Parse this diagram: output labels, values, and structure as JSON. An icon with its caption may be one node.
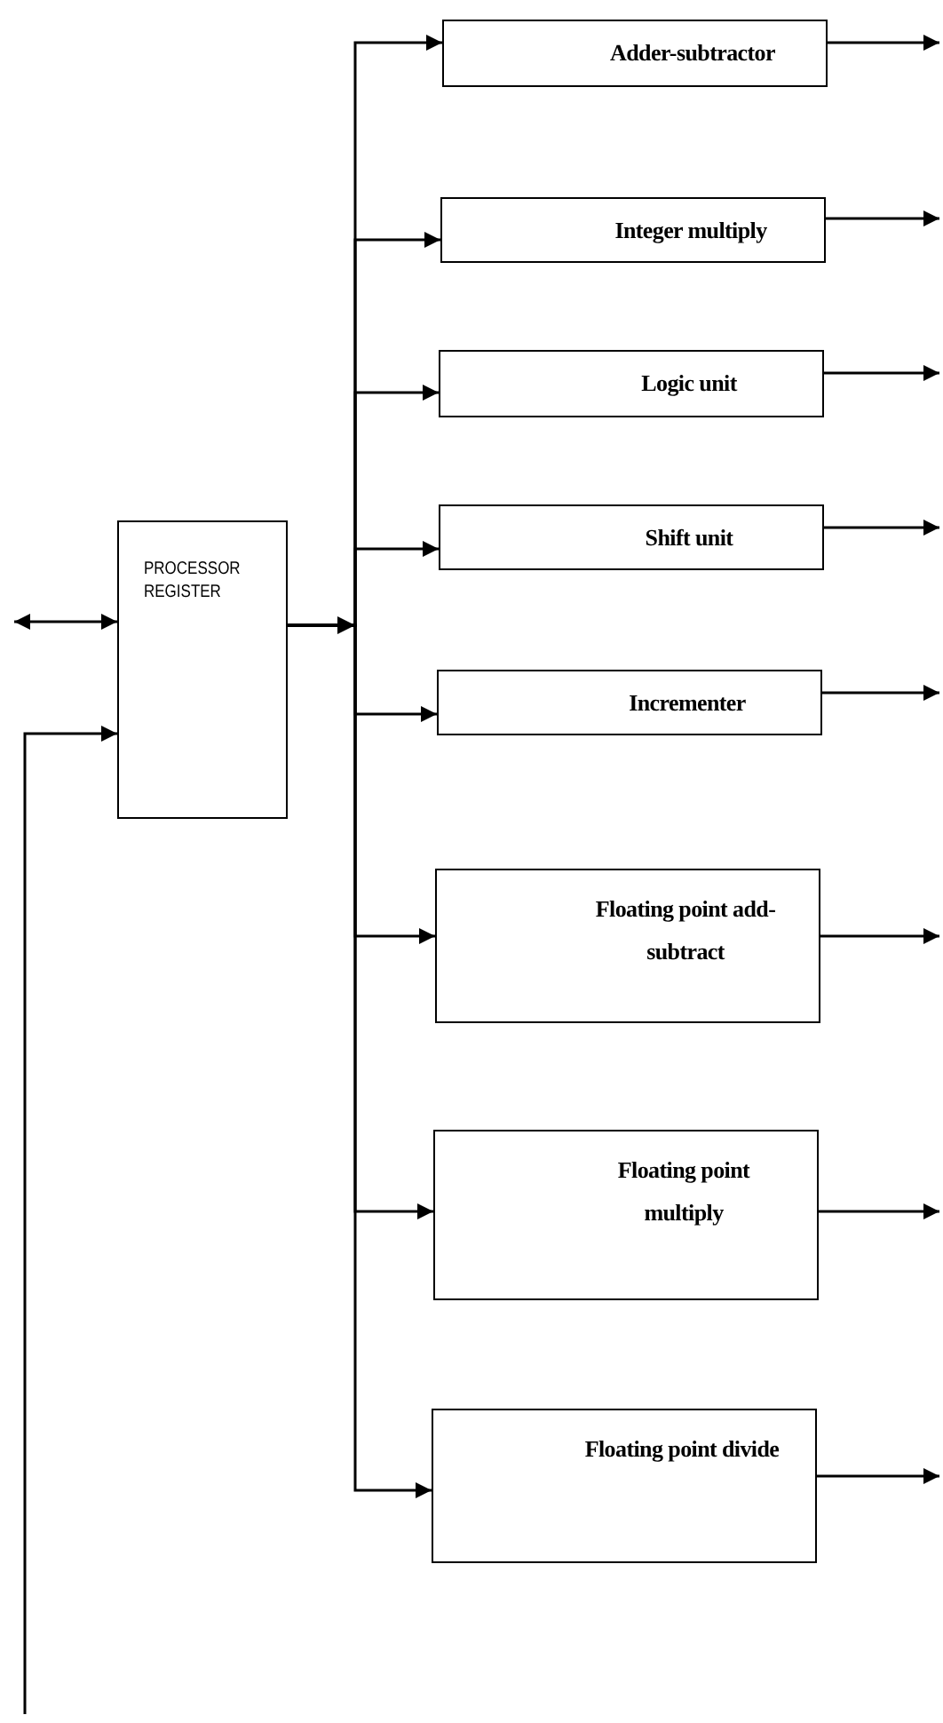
{
  "diagram": {
    "nodes": [
      {
        "text": [
          "PROCESSOR REGISTER"
        ]
      },
      {
        "text": [
          "Adder-subtractor"
        ]
      },
      {
        "text": [
          "Integer multiply"
        ]
      },
      {
        "text": [
          "Logic unit"
        ]
      },
      {
        "text": [
          "Shift unit"
        ]
      },
      {
        "text": [
          "Incrementer"
        ]
      },
      {
        "text": [
          "Floating point add-subtract"
        ]
      },
      {
        "text": [
          "Floating point multiply"
        ]
      },
      {
        "text": [
          "Floating point divide"
        ]
      }
    ],
    "edges": [
      {
        "from": 0,
        "to": 1,
        "arrow": "to"
      },
      {
        "from": 0,
        "to": 2,
        "arrow": "to"
      },
      {
        "from": 0,
        "to": 3,
        "arrow": "to"
      },
      {
        "from": 0,
        "to": 4,
        "arrow": "to"
      },
      {
        "from": 0,
        "to": 5,
        "arrow": "to"
      },
      {
        "from": 0,
        "to": 6,
        "arrow": "to"
      },
      {
        "from": 0,
        "to": 7,
        "arrow": "to"
      },
      {
        "from": 0,
        "to": 8,
        "arrow": "to"
      },
      {
        "from": null,
        "to": 0,
        "arrow": "both"
      },
      {
        "from": null,
        "to": 0,
        "arrow": "to"
      },
      {
        "from": 1,
        "to": null,
        "arrow": "to"
      },
      {
        "from": 2,
        "to": null,
        "arrow": "to"
      },
      {
        "from": 3,
        "to": null,
        "arrow": "to"
      },
      {
        "from": 4,
        "to": null,
        "arrow": "to"
      },
      {
        "from": 5,
        "to": null,
        "arrow": "to"
      },
      {
        "from": 6,
        "to": null,
        "arrow": "to"
      },
      {
        "from": 7,
        "to": null,
        "arrow": "to"
      },
      {
        "from": 8,
        "to": null,
        "arrow": "to"
      }
    ]
  }
}
